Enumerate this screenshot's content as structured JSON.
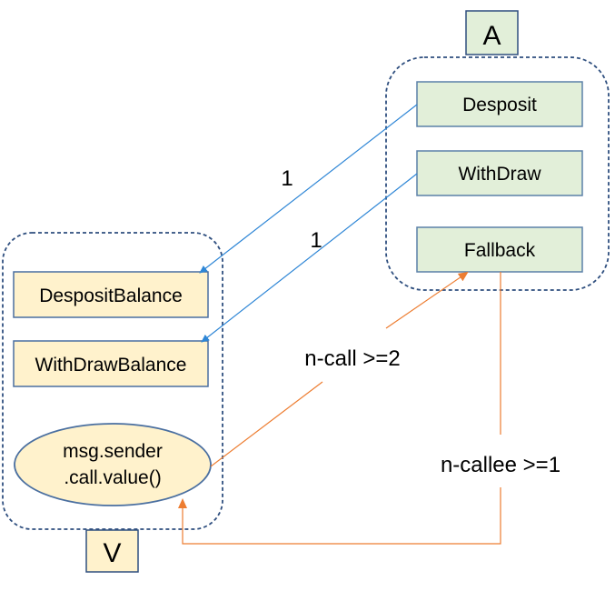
{
  "colors": {
    "container_border": "#2f4f7f",
    "green_fill": "#e2efd9",
    "green_border": "#5b80a8",
    "orange_fill": "#fff2cc",
    "orange_border": "#4a6fa0",
    "blue_arrow": "#2e86d6",
    "orange_arrow": "#ed7d31"
  },
  "container_a": {
    "label": "A",
    "functions": [
      "Desposit",
      "WithDraw",
      "Fallback"
    ]
  },
  "container_v": {
    "label": "V",
    "variables": [
      "DespositBalance",
      "WithDrawBalance"
    ],
    "call_line1": "msg.sender",
    "call_line2": ".call.value()"
  },
  "edges": {
    "deposit_label": "1",
    "withdraw_label": "1",
    "ncall_label": "n-call >=2",
    "ncallee_label": "n-callee >=1"
  }
}
